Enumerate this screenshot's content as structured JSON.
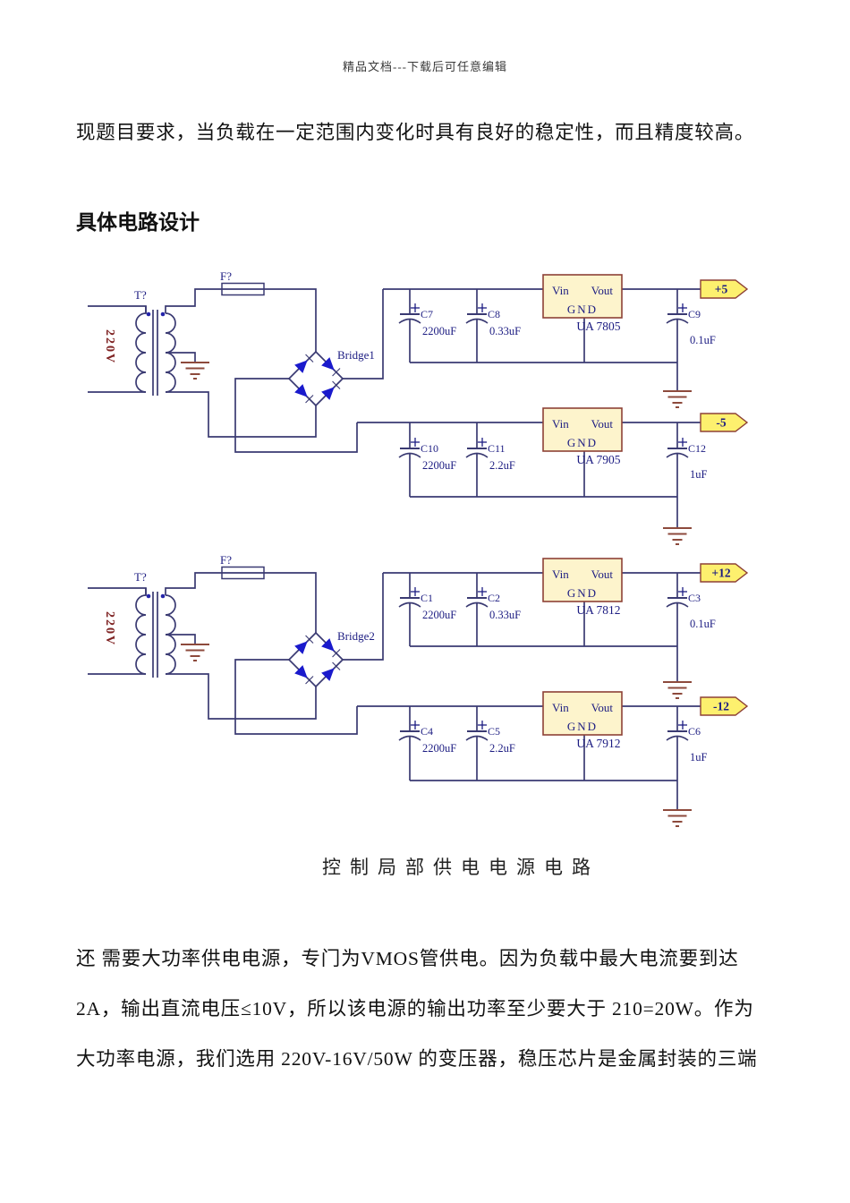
{
  "document": {
    "header_note": "精品文档---下载后可任意编辑",
    "intro_paragraph": "现题目要求，当负载在一定范围内变化时具有良好的稳定性，而且精度较高。",
    "section_heading": "具体电路设计",
    "figure_caption": "控制局部供电电源电路",
    "body_paragraph_lines": [
      "还 需要大功率供电电源，专门为VMOS管供电。因为负载中最大电流要到达",
      "2A，输出直流电压≤10V，所以该电源的输出功率至少要大于 210=20W。作为",
      "大功率电源，我们选用 220V-16V/50W 的变压器，稳压芯片是金属封装的三端"
    ]
  },
  "circuit": {
    "colors": {
      "wire": "#3a3a72",
      "text": "#1c1c82",
      "box_fill": "#fdf4cc",
      "box_stroke": "#8d4136",
      "connector_fill": "#fdf06e",
      "ground": "#8d4a3c",
      "diode": "#1a1acc",
      "source": "#7e2222",
      "dot": "#2525aa"
    },
    "source_label": "220V",
    "transformer_ref": "T?",
    "fuse_ref": "F?",
    "bridges": [
      "Bridge1",
      "Bridge2"
    ],
    "regulator_pins": {
      "vin": "Vin",
      "vout": "Vout",
      "gnd": "GND"
    },
    "regulators": [
      "UA 7805",
      "UA 7905",
      "UA 7812",
      "UA 7912"
    ],
    "outputs": [
      "+5",
      "-5",
      "+12",
      "-12"
    ],
    "capacitors": {
      "c7": {
        "name": "C7",
        "value": "2200uF"
      },
      "c8": {
        "name": "C8",
        "value": "0.33uF"
      },
      "c9": {
        "name": "C9",
        "value": "0.1uF"
      },
      "c10": {
        "name": "C10",
        "value": "2200uF"
      },
      "c11": {
        "name": "C11",
        "value": "2.2uF"
      },
      "c12": {
        "name": "C12",
        "value": "1uF"
      },
      "c1": {
        "name": "C1",
        "value": "2200uF"
      },
      "c2": {
        "name": "C2",
        "value": "0.33uF"
      },
      "c3": {
        "name": "C3",
        "value": "0.1uF"
      },
      "c4": {
        "name": "C4",
        "value": "2200uF"
      },
      "c5": {
        "name": "C5",
        "value": "2.2uF"
      },
      "c6": {
        "name": "C6",
        "value": "1uF"
      }
    }
  }
}
